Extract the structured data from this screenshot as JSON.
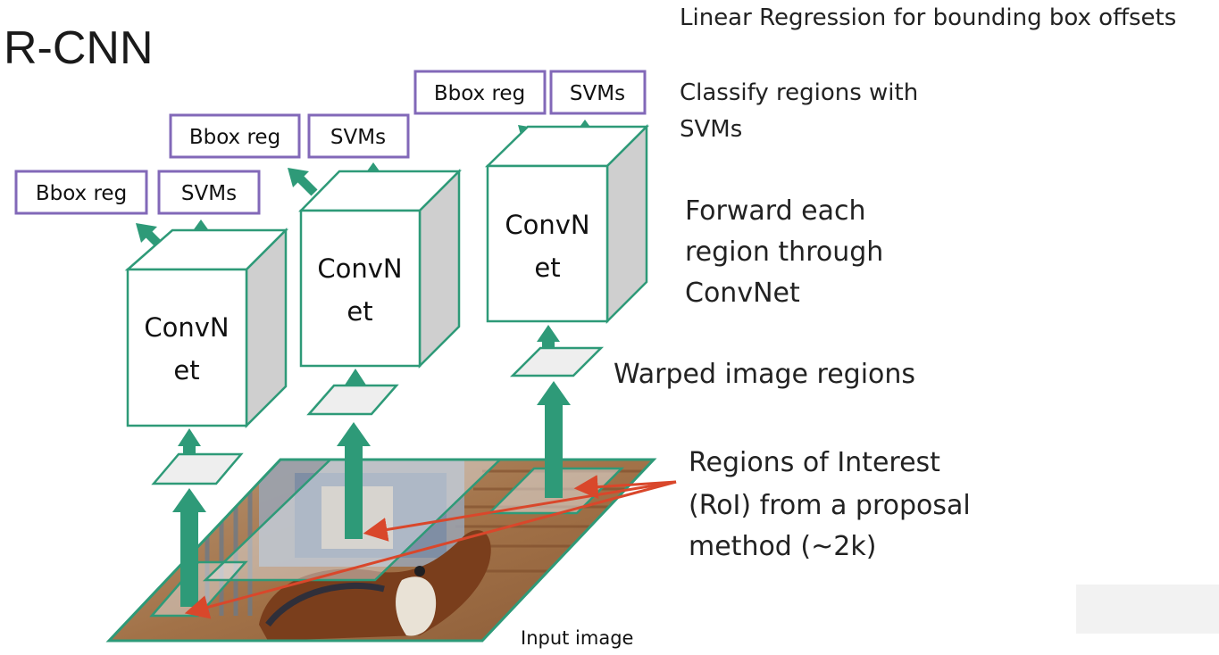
{
  "title": "R-CNN",
  "annotations": {
    "bbox_regression": "Linear Regression for bounding box offsets",
    "classify_line1": "Classify regions with",
    "classify_line2": "SVMs",
    "forward_line1": "Forward each",
    "forward_line2": "region through",
    "forward_line3": "ConvNet",
    "warped": "Warped image regions",
    "roi_line1": "Regions of Interest",
    "roi_line2": "(RoI) from a proposal",
    "roi_line3": "method (~2k)"
  },
  "input_image_label": "Input image",
  "branches": [
    {
      "bbox_label": "Bbox reg",
      "svm_label": "SVMs",
      "convnet_line1": "ConvN",
      "convnet_line2": "et"
    },
    {
      "bbox_label": "Bbox reg",
      "svm_label": "SVMs",
      "convnet_line1": "ConvN",
      "convnet_line2": "et"
    },
    {
      "bbox_label": "Bbox reg",
      "svm_label": "SVMs",
      "convnet_line1": "ConvN",
      "convnet_line2": "et"
    }
  ],
  "colors": {
    "teal": "#2e9a78",
    "box_border": "#8268b8",
    "roi_arrow": "#d9472b"
  }
}
